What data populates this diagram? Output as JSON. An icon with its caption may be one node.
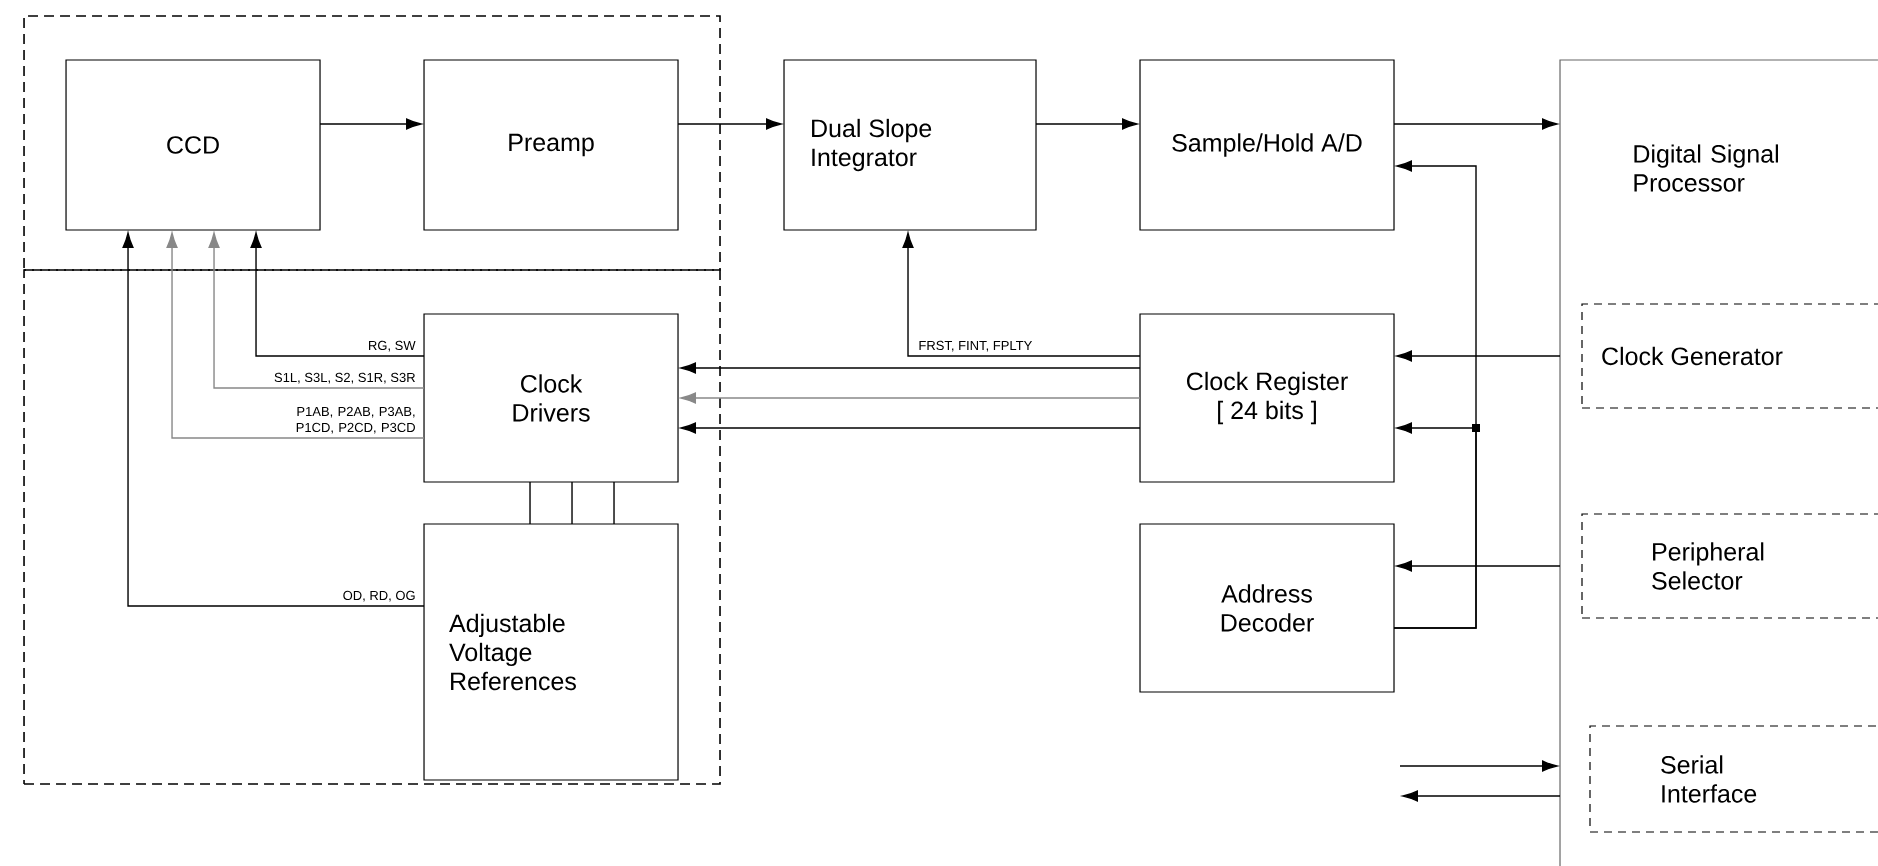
{
  "diagram": {
    "nodes": [
      {
        "text": [],
        "shape": "box"
      },
      {
        "text": [],
        "shape": "box"
      },
      {
        "text": [
          "CCD"
        ],
        "in": 0
      },
      {
        "text": [
          "Preamp"
        ],
        "in": 0
      },
      {
        "text": [
          "Dual Slope Integrator"
        ]
      },
      {
        "text": [
          "Sample/Hold A/D"
        ]
      },
      {
        "text": [
          "Digital Signal Processor"
        ]
      },
      {
        "text": [
          "Clock Drivers"
        ],
        "in": 1
      },
      {
        "text": [
          "Adjustable Voltage References"
        ],
        "in": 1
      },
      {
        "text": [
          "Clock Register [ 24 bits ]"
        ]
      },
      {
        "text": [
          "Address Decoder"
        ]
      },
      {
        "text": [
          "Clock Generator"
        ],
        "in": 6
      },
      {
        "text": [
          "Peripheral Selector"
        ],
        "in": 6
      },
      {
        "text": [
          "Serial Interface"
        ],
        "in": 6
      }
    ],
    "edges": [
      {
        "from": 2,
        "to": 3,
        "arrow": "to"
      },
      {
        "from": 3,
        "to": 4,
        "arrow": "to"
      },
      {
        "from": 4,
        "to": 5,
        "arrow": "to"
      },
      {
        "from": 5,
        "to": 6,
        "arrow": "to"
      },
      {
        "from": 9,
        "to": 4,
        "arrow": "to",
        "label": "FRST, FINT, FPLTY"
      },
      {
        "from": 9,
        "to": 7,
        "arrow": "to"
      },
      {
        "from": 9,
        "to": 7,
        "arrow": "to",
        "color": "#888888"
      },
      {
        "from": 9,
        "to": 7,
        "arrow": "to"
      },
      {
        "from": 7,
        "to": 2,
        "arrow": "to",
        "label": "RG, SW"
      },
      {
        "from": 7,
        "to": 2,
        "arrow": "to",
        "label": "S1L, S3L, S2, S1R, S3R",
        "color": "#888888"
      },
      {
        "from": 7,
        "to": 2,
        "arrow": "to",
        "label": "P1AB, P2AB, P3AB, P1CD, P2CD, P3CD",
        "color": "#888888"
      },
      {
        "from": 8,
        "to": 2,
        "arrow": "to",
        "label": "OD, RD, OG"
      },
      {
        "from": 7,
        "to": 8,
        "arrow": "none"
      },
      {
        "from": 7,
        "to": 8,
        "arrow": "none"
      },
      {
        "from": 7,
        "to": 8,
        "arrow": "none"
      },
      {
        "from": 10,
        "to": 5,
        "arrow": "to"
      },
      {
        "from": 10,
        "to": 9,
        "arrow": "to"
      },
      {
        "from": 6,
        "to": 9,
        "arrow": "to"
      },
      {
        "from": 6,
        "to": 10,
        "arrow": "to"
      },
      {
        "from": null,
        "to": 6,
        "arrow": "to"
      },
      {
        "from": 6,
        "to": null,
        "arrow": "to"
      }
    ]
  }
}
